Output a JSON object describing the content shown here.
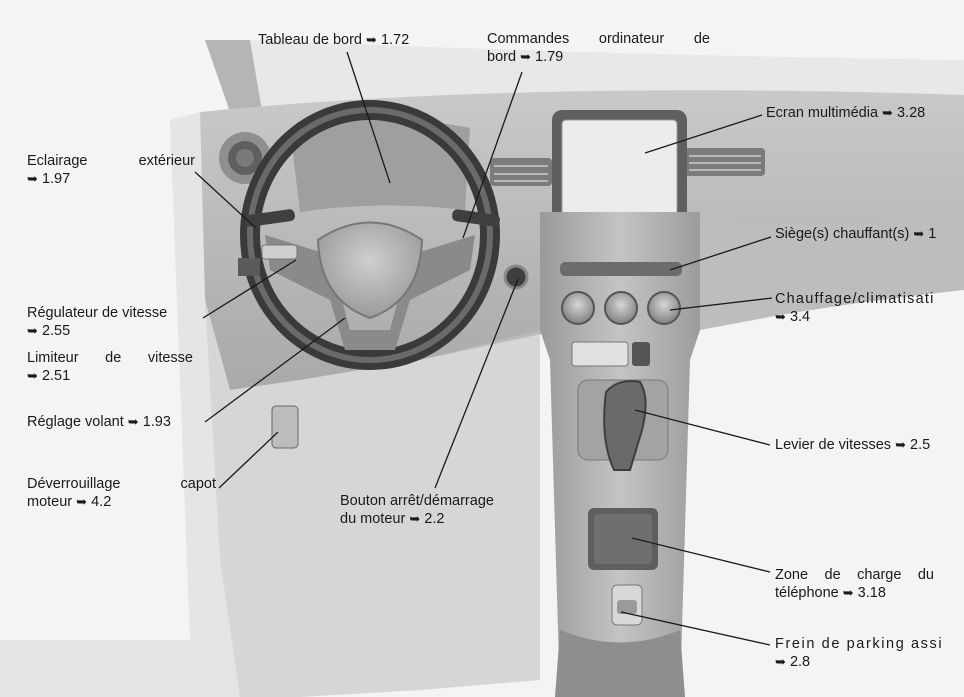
{
  "arrow_glyph": "➥",
  "callouts": [
    {
      "id": "tableau-de-bord",
      "lines": [
        "Tableau de bord"
      ],
      "ref": "1.72"
    },
    {
      "id": "commandes-ordinateur",
      "lines": [
        "Commandes ordinateur de",
        "bord"
      ],
      "ref": "1.79"
    },
    {
      "id": "ecran-multimedia",
      "lines": [
        "Ecran multimédia"
      ],
      "ref": "3.28"
    },
    {
      "id": "eclairage-exterieur",
      "lines": [
        "Eclairage extérieur",
        ""
      ],
      "ref": "1.97"
    },
    {
      "id": "sieges-chauffants",
      "lines": [
        "Siège(s) chauffant(s)"
      ],
      "ref": "1"
    },
    {
      "id": "chauffage-climatisation",
      "lines": [
        "Chauffage/climatisati",
        ""
      ],
      "ref": "3.4"
    },
    {
      "id": "regulateur-vitesse",
      "lines": [
        "Régulateur de vitesse",
        ""
      ],
      "ref": "2.55"
    },
    {
      "id": "limiteur-vitesse",
      "lines": [
        "Limiteur de vitesse",
        ""
      ],
      "ref": "2.51"
    },
    {
      "id": "reglage-volant",
      "lines": [
        "Réglage volant"
      ],
      "ref": "1.93"
    },
    {
      "id": "levier-vitesses",
      "lines": [
        "Levier de vitesses"
      ],
      "ref": "2.5"
    },
    {
      "id": "deverrouillage-capot",
      "lines": [
        "Déverrouillage capot",
        "moteur"
      ],
      "ref": "4.2"
    },
    {
      "id": "bouton-demarrage",
      "lines": [
        "Bouton arrêt/démarrage",
        "du moteur"
      ],
      "ref": "2.2"
    },
    {
      "id": "zone-charge",
      "lines": [
        "Zone de charge du",
        "téléphone"
      ],
      "ref": "3.18"
    },
    {
      "id": "frein-parking",
      "lines": [
        "Frein de parking assi",
        ""
      ],
      "ref": "2.8"
    }
  ]
}
